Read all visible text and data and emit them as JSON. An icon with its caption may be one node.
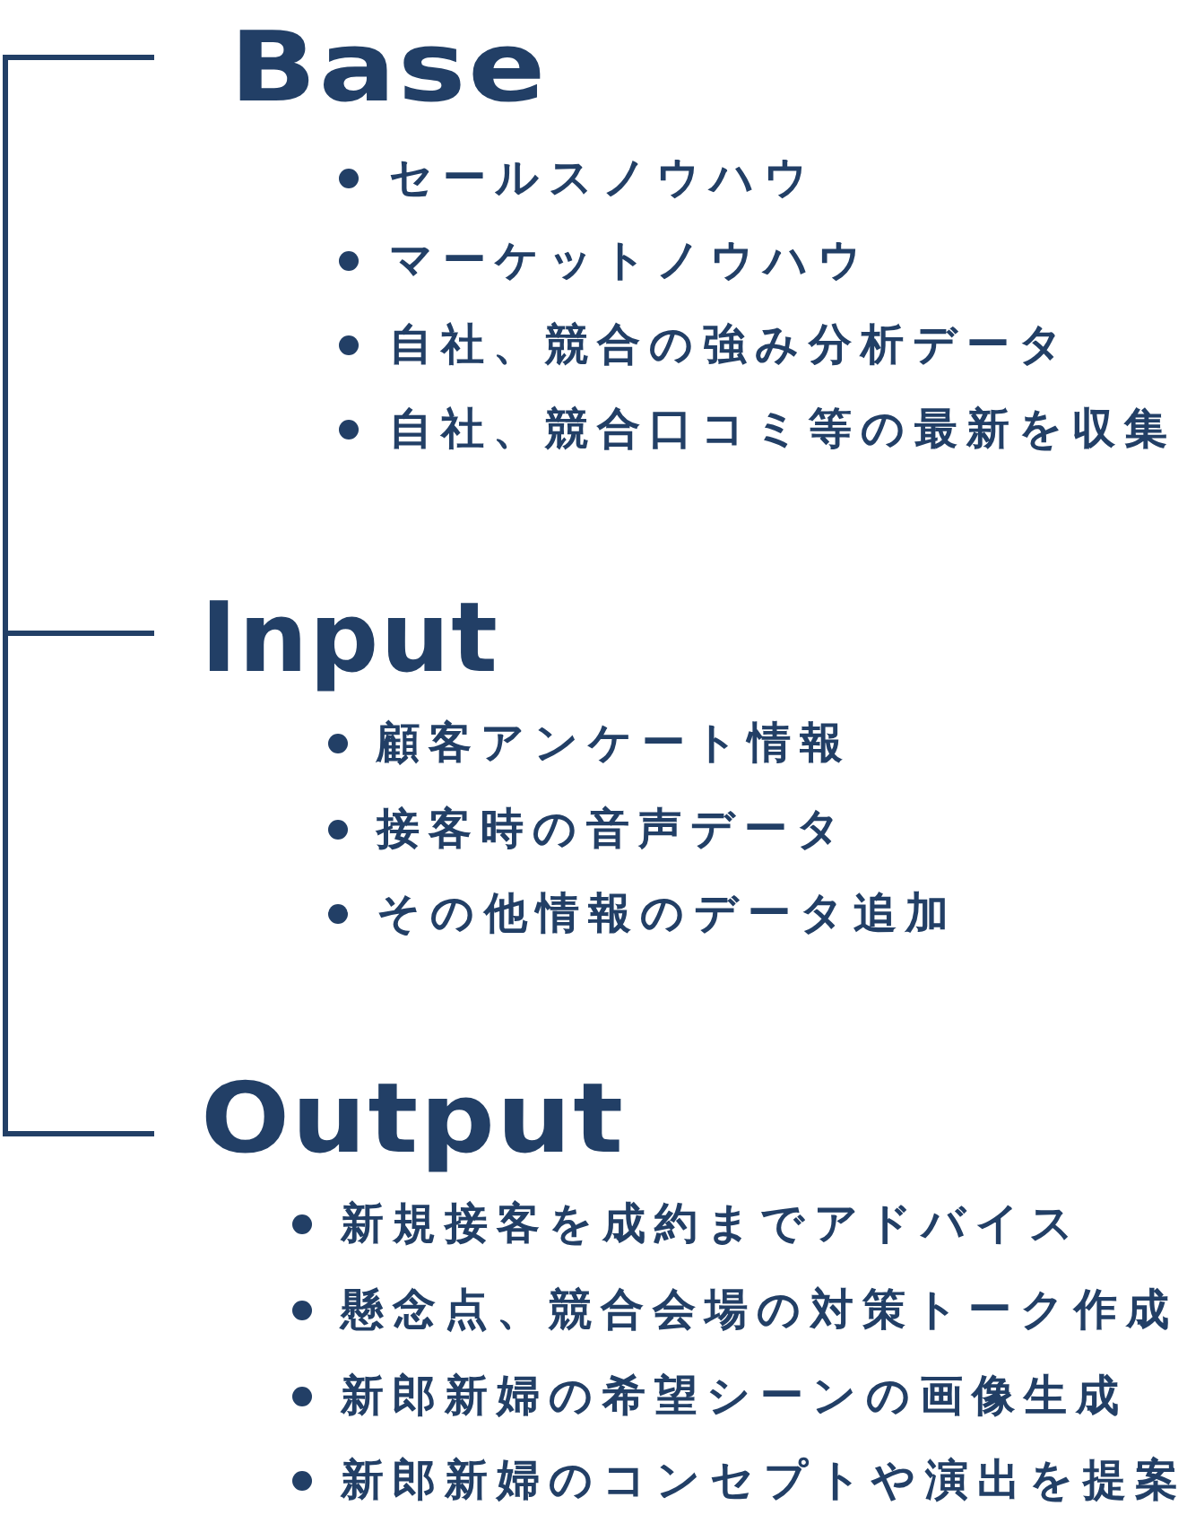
{
  "diagram": {
    "labels": [
      "Base",
      "セールスノウハウ",
      "マーケットノウハウ",
      "自社、競合の強み分析データ",
      "自社、競合口コミ等の最新を収集",
      "Input",
      "顧客アンケート情報",
      "接客時の音声データ",
      "その他情報のデータ追加",
      "Output",
      "新規接客を成約までアドバイス",
      "懸念点、競合会場の対策トーク作成",
      "新郎新婦の希望シーンの画像生成",
      "新郎新婦のコンセプトや演出を提案"
    ]
  }
}
